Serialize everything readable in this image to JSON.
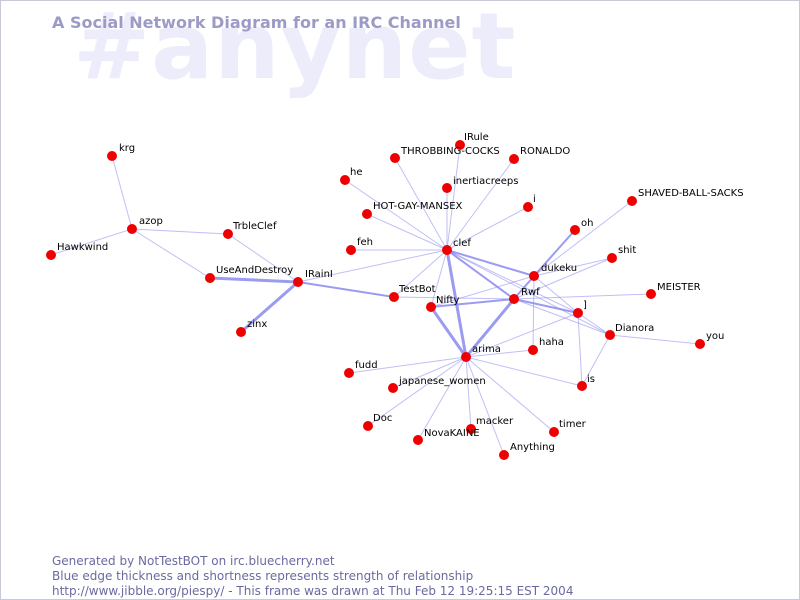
{
  "header": {
    "watermark": "#anynet",
    "title": "A Social Network Diagram for an IRC Channel"
  },
  "footer": {
    "line1": "Generated by NotTestBOT on irc.bluecherry.net",
    "line2": "Blue edge thickness and shortness represents strength of relationship",
    "line3": "http://www.jibble.org/piespy/ - This frame was drawn at Thu Feb 12 19:25:15 EST 2004"
  },
  "colors": {
    "node": "#ee0000",
    "edge": "#8a8aee",
    "title": "#9b9bc6",
    "watermark": "#ececfb",
    "footer": "#6a6aa0"
  },
  "nodes": [
    {
      "id": "krg",
      "label": "krg"
    },
    {
      "id": "azop",
      "label": "azop"
    },
    {
      "id": "Hawkwind",
      "label": "Hawkwind"
    },
    {
      "id": "TrbleClef",
      "label": "TrbleClef"
    },
    {
      "id": "UseAndDestroy",
      "label": "UseAndDestroy"
    },
    {
      "id": "IRainI",
      "label": "IRainI"
    },
    {
      "id": "zinx",
      "label": "zinx"
    },
    {
      "id": "he",
      "label": "he"
    },
    {
      "id": "THROBBING-COCKS",
      "label": "THROBBING-COCKS"
    },
    {
      "id": "IRule",
      "label": "IRule"
    },
    {
      "id": "RONALDO",
      "label": "RONALDO"
    },
    {
      "id": "inertiacreeps",
      "label": "inertiacreeps"
    },
    {
      "id": "HOT-GAY-MANSEX",
      "label": "HOT-GAY-MANSEX"
    },
    {
      "id": "i",
      "label": "i"
    },
    {
      "id": "SHAVED-BALL-SACKS",
      "label": "SHAVED-BALL-SACKS"
    },
    {
      "id": "feh",
      "label": "feh"
    },
    {
      "id": "clef",
      "label": "clef"
    },
    {
      "id": "oh",
      "label": "oh"
    },
    {
      "id": "shit",
      "label": "shit"
    },
    {
      "id": "dukeku",
      "label": "dukeku"
    },
    {
      "id": "TestBot",
      "label": "TestBot"
    },
    {
      "id": "Rwf",
      "label": "Rwf"
    },
    {
      "id": "MEISTER",
      "label": "MEISTER"
    },
    {
      "id": "Nifty",
      "label": "Nifty"
    },
    {
      "id": "]",
      "label": "]"
    },
    {
      "id": "Dianora",
      "label": "Dianora"
    },
    {
      "id": "you",
      "label": "you"
    },
    {
      "id": "haha",
      "label": "haha"
    },
    {
      "id": "arima",
      "label": "arima"
    },
    {
      "id": "fudd",
      "label": "fudd"
    },
    {
      "id": "japanese_women",
      "label": "japanese_women"
    },
    {
      "id": "is",
      "label": "is"
    },
    {
      "id": "Doc",
      "label": "Doc"
    },
    {
      "id": "macker",
      "label": "macker"
    },
    {
      "id": "timer",
      "label": "timer"
    },
    {
      "id": "NovaKAINE",
      "label": "NovaKAINE"
    },
    {
      "id": "Anything",
      "label": "Anything"
    }
  ],
  "edges": [
    {
      "from": "krg",
      "to": "azop",
      "weight": 1
    },
    {
      "from": "azop",
      "to": "Hawkwind",
      "weight": 1
    },
    {
      "from": "azop",
      "to": "TrbleClef",
      "weight": 1
    },
    {
      "from": "azop",
      "to": "UseAndDestroy",
      "weight": 1
    },
    {
      "from": "TrbleClef",
      "to": "IRainI",
      "weight": 1
    },
    {
      "from": "UseAndDestroy",
      "to": "IRainI",
      "weight": 3
    },
    {
      "from": "IRainI",
      "to": "zinx",
      "weight": 3
    },
    {
      "from": "IRainI",
      "to": "clef",
      "weight": 1
    },
    {
      "from": "IRainI",
      "to": "TestBot",
      "weight": 2
    },
    {
      "from": "he",
      "to": "clef",
      "weight": 1
    },
    {
      "from": "THROBBING-COCKS",
      "to": "clef",
      "weight": 1
    },
    {
      "from": "IRule",
      "to": "clef",
      "weight": 1
    },
    {
      "from": "RONALDO",
      "to": "clef",
      "weight": 1
    },
    {
      "from": "inertiacreeps",
      "to": "clef",
      "weight": 1
    },
    {
      "from": "HOT-GAY-MANSEX",
      "to": "clef",
      "weight": 1
    },
    {
      "from": "i",
      "to": "clef",
      "weight": 1
    },
    {
      "from": "feh",
      "to": "clef",
      "weight": 1
    },
    {
      "from": "clef",
      "to": "dukeku",
      "weight": 2
    },
    {
      "from": "clef",
      "to": "Rwf",
      "weight": 2
    },
    {
      "from": "clef",
      "to": "Nifty",
      "weight": 1
    },
    {
      "from": "clef",
      "to": "arima",
      "weight": 3
    },
    {
      "from": "clef",
      "to": "TestBot",
      "weight": 1
    },
    {
      "from": "clef",
      "to": "]",
      "weight": 1
    },
    {
      "from": "clef",
      "to": "Dianora",
      "weight": 1
    },
    {
      "from": "SHAVED-BALL-SACKS",
      "to": "dukeku",
      "weight": 1
    },
    {
      "from": "oh",
      "to": "dukeku",
      "weight": 2
    },
    {
      "from": "shit",
      "to": "dukeku",
      "weight": 1
    },
    {
      "from": "dukeku",
      "to": "Rwf",
      "weight": 2
    },
    {
      "from": "dukeku",
      "to": "]",
      "weight": 1
    },
    {
      "from": "dukeku",
      "to": "haha",
      "weight": 1
    },
    {
      "from": "dukeku",
      "to": "Nifty",
      "weight": 1
    },
    {
      "from": "TestBot",
      "to": "Rwf",
      "weight": 1
    },
    {
      "from": "Nifty",
      "to": "Rwf",
      "weight": 2
    },
    {
      "from": "Nifty",
      "to": "arima",
      "weight": 3
    },
    {
      "from": "Rwf",
      "to": "arima",
      "weight": 3
    },
    {
      "from": "Rwf",
      "to": "MEISTER",
      "weight": 1
    },
    {
      "from": "Rwf",
      "to": "]",
      "weight": 2
    },
    {
      "from": "Rwf",
      "to": "Dianora",
      "weight": 1
    },
    {
      "from": "Rwf",
      "to": "shit",
      "weight": 1
    },
    {
      "from": "]",
      "to": "Dianora",
      "weight": 1
    },
    {
      "from": "]",
      "to": "is",
      "weight": 1
    },
    {
      "from": "Dianora",
      "to": "you",
      "weight": 1
    },
    {
      "from": "Dianora",
      "to": "is",
      "weight": 1
    },
    {
      "from": "arima",
      "to": "haha",
      "weight": 1
    },
    {
      "from": "arima",
      "to": "fudd",
      "weight": 1
    },
    {
      "from": "arima",
      "to": "japanese_women",
      "weight": 1
    },
    {
      "from": "arima",
      "to": "is",
      "weight": 1
    },
    {
      "from": "arima",
      "to": "Doc",
      "weight": 1
    },
    {
      "from": "arima",
      "to": "macker",
      "weight": 1
    },
    {
      "from": "arima",
      "to": "timer",
      "weight": 1
    },
    {
      "from": "arima",
      "to": "NovaKAINE",
      "weight": 1
    },
    {
      "from": "arima",
      "to": "Anything",
      "weight": 1
    },
    {
      "from": "arima",
      "to": "]",
      "weight": 1
    }
  ]
}
